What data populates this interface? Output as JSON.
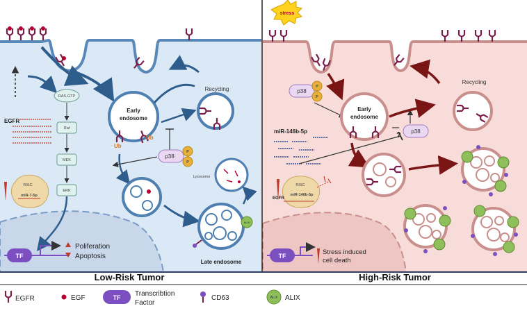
{
  "panels": {
    "left_title": "Low-Risk Tumor",
    "right_title": "High-Risk Tumor"
  },
  "left": {
    "egfr": "EGFR",
    "ras": "RAS-GTP",
    "raf": "Raf",
    "mek": "MEK",
    "erk": "ERK",
    "risc": "RISC",
    "mirna": "miR-7-5p",
    "early1": "Early",
    "early2": "endosome",
    "ub": "Ub",
    "p": "P",
    "p38": "p38",
    "recycling": "Recycling",
    "lysosome": "Lysosome",
    "late": "Late endosome",
    "alix": "ALIX",
    "tf": "TF",
    "prolif": "Poliferation",
    "apop": "Apoptosis"
  },
  "right": {
    "stress": "stress",
    "p38": "p38",
    "p": "P",
    "early1": "Early",
    "early2": "endosome",
    "q": "?",
    "mirna": "miR-146b-5p",
    "risc": "RISC",
    "risc_mirna": "miR-146b-5p",
    "egfr": "EGFR",
    "recycling": "Recycling",
    "alix": "ALIX",
    "tf": "TF",
    "death1": "Stress induced",
    "death2": "cell death"
  },
  "legend": {
    "egfr": "EGFR",
    "egf": "EGF",
    "tf_icon": "TF",
    "tf1": "Transcribtion",
    "tf2": "Factor",
    "cd63": "CD63",
    "alix_icon": "ALIX",
    "alix": "ALIX"
  },
  "colors": {
    "left_bg": "#dbe8f6",
    "right_bg": "#f7dcd9",
    "membrane_left": "#5a88b8",
    "membrane_right": "#c98f8c",
    "receptor": "#7a1f4b",
    "egf": "#b3002d",
    "tf": "#7b4fc0",
    "alix": "#8fbf5a",
    "arrow_left": "#2e5d8c",
    "arrow_right": "#7a1515"
  }
}
